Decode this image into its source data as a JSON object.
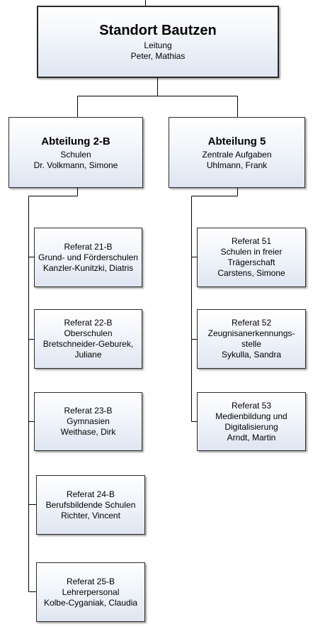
{
  "top": {
    "title": "Standort Bautzen",
    "role": "Leitung",
    "person": "Peter, Mathias"
  },
  "dept_left": {
    "title": "Abteilung 2-B",
    "subtitle": "Schulen",
    "person": "Dr. Volkmann, Simone"
  },
  "dept_right": {
    "title": "Abteilung 5",
    "subtitle": "Zentrale Aufgaben",
    "person": "Uhlmann, Frank"
  },
  "left_units": [
    {
      "lines": [
        "Referat 21-B",
        "Grund- und Förderschulen",
        "Kanzler-Kunitzki, Diatris"
      ]
    },
    {
      "lines": [
        "Referat 22-B",
        "Oberschulen",
        "Bretschneider-Geburek,",
        "Juliane"
      ]
    },
    {
      "lines": [
        "Referat 23-B",
        "Gymnasien",
        "Weithase, Dirk"
      ]
    },
    {
      "lines": [
        "Referat 24-B",
        "Berufsbildende Schulen",
        "Richter, Vincent"
      ]
    },
    {
      "lines": [
        "Referat 25-B",
        "Lehrerpersonal",
        "Kolbe-Cyganiak, Claudia"
      ]
    }
  ],
  "right_units": [
    {
      "lines": [
        "Referat 51",
        "Schulen in freier",
        "Trägerschaft",
        "Carstens, Simone"
      ]
    },
    {
      "lines": [
        "Referat 52",
        "Zeugnisanerkennungs-",
        "stelle",
        "Sykulla, Sandra"
      ]
    },
    {
      "lines": [
        "Referat 53",
        "Medienbildung und",
        "Digitalisierung",
        "Arndt, Martin"
      ]
    }
  ]
}
